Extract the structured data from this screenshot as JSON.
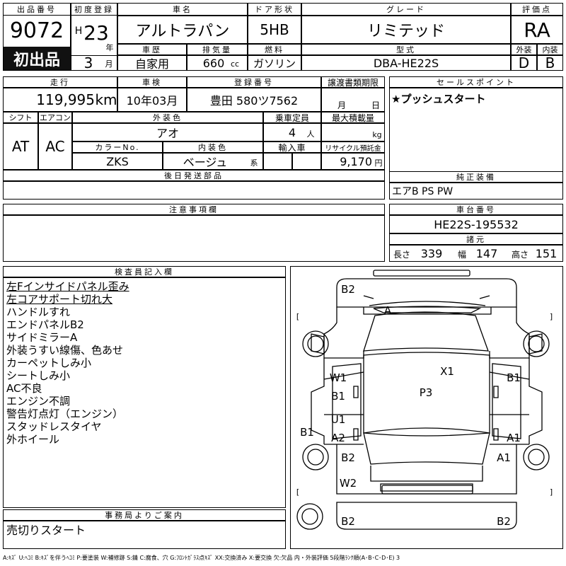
{
  "header": {
    "lot_label": "出品番号",
    "lot_number": "9072",
    "first_listing": "初出品",
    "reg_label": "初度登録",
    "era": "H",
    "year": "23",
    "year_unit": "年",
    "month": "3",
    "month_unit": "月",
    "name_label": "車名",
    "name": "アルトラパン",
    "door_label": "ドア形状",
    "door": "5HB",
    "grade_label": "グレード",
    "grade": "リミテッド",
    "score_label": "評価点",
    "score": "RA",
    "history_label": "車歴",
    "history": "自家用",
    "disp_label": "排気量",
    "disp": "660",
    "disp_unit": "cc",
    "fuel_label": "燃料",
    "fuel": "ガソリン",
    "model_label": "型式",
    "model": "DBA-HE22S",
    "ext_label": "外装",
    "ext": "D",
    "int_label": "内装",
    "int": "B"
  },
  "row2": {
    "mileage_label": "走行",
    "mileage": "119,995",
    "mileage_unit": "km",
    "inspection_label": "車検",
    "inspection": "10年03月",
    "plate_label": "登録番号",
    "plate": "豊田 580ツ7562",
    "transfer_label": "譲渡書類期限",
    "transfer_month": "月",
    "transfer_day": "日",
    "sales_label": "セールスポイント",
    "sales_point": "★プッシュスタート"
  },
  "row3": {
    "shift_label": "シフト",
    "shift": "AT",
    "ac_label": "エアコン",
    "ac": "AC",
    "color_label": "外装色",
    "color": "アオ",
    "capacity_label": "乗車定員",
    "capacity": "4",
    "capacity_unit": "人",
    "load_label": "最大積載量",
    "load_unit": "kg",
    "colorno_label": "カラーNo.",
    "colorno": "ZKS",
    "interior_label": "内装色",
    "interior": "ベージュ",
    "interior_unit": "系",
    "import_label": "輸入車",
    "recycle_label": "リサイクル預託金",
    "recycle": "9,170",
    "recycle_unit": "円"
  },
  "parts_label": "後日発送部品",
  "equipment_label": "純正装備",
  "equipment": "エアB PS PW",
  "notes_label": "注意事項欄",
  "chassis_label": "車台番号",
  "chassis": "HE22S-195532",
  "dims_label": "諸元",
  "dims": {
    "length_label": "長さ",
    "length": "339",
    "width_label": "幅",
    "width": "147",
    "height_label": "高さ",
    "height": "151"
  },
  "inspector_label": "検査員記入欄",
  "inspector_notes": [
    "左Fインサイドパネル歪み",
    "左コアサポート切れ大",
    "ハンドルすれ",
    "エンドパネルB2",
    "サイドミラーA",
    "外装うすい線傷、色あせ",
    "カーペットしみ小",
    "シートしみ小",
    "AC不良",
    "エンジン不調",
    "警告灯点灯（エンジン）",
    "スタッドレスタイヤ",
    "外ホイール"
  ],
  "office_label": "事務局よりご案内",
  "office_note": "売切りスタート",
  "legend": "A:ｷｽﾞ U:ﾍｺﾐ B:ｷｽﾞを伴うﾍｺﾐ P:要塗装 W:補修跡 S:錆 C:腐食、穴 G:ﾌﾛﾝﾄｶﾞﾗｽ点ｷｽﾞ XX:交換済み X:要交換 欠:欠品 内・外装評価 5段階ﾗﾝｸ順(A･B･C･D･E) 3",
  "diagram": {
    "marks": [
      "B2",
      "A",
      "X1",
      "W1",
      "B1",
      "P3",
      "B1",
      "U1",
      "B1",
      "A2",
      "A1",
      "B2",
      "A1",
      "W2",
      "B2",
      "B2"
    ],
    "brackets": [
      "[",
      "]",
      "[",
      "]"
    ]
  }
}
